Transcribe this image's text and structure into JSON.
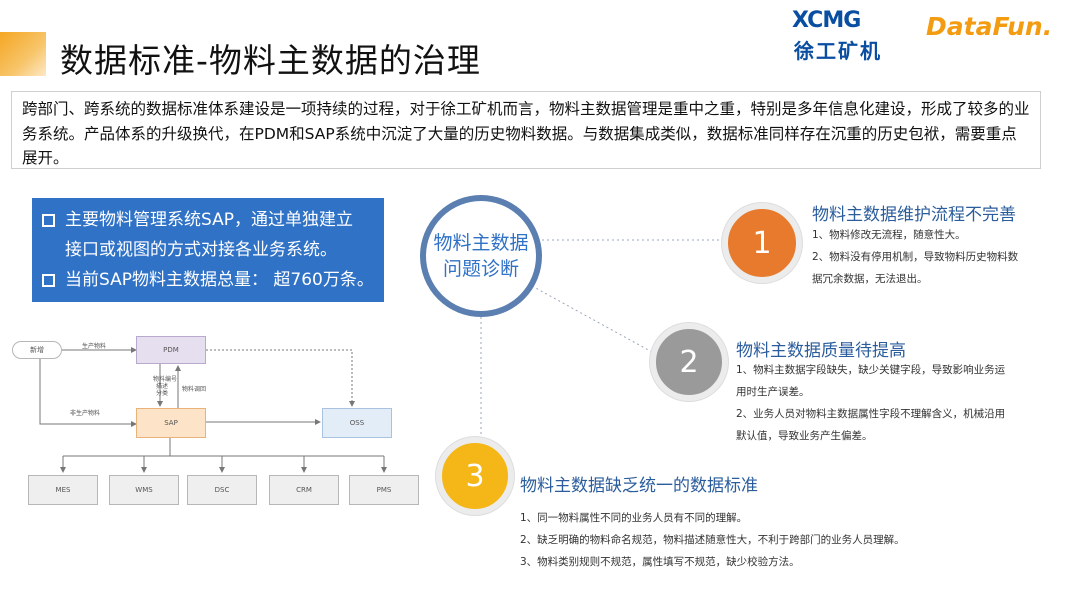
{
  "header": {
    "title": "数据标准-物料主数据的治理",
    "logo_xcmg_en": "XCMG",
    "logo_xcmg_cn": "徐工矿机",
    "logo_datafun": "DataFun."
  },
  "intro": {
    "text": "跨部门、跨系统的数据标准体系建设是一项持续的过程，对于徐工矿机而言，物料主数据管理是重中之重，特别是多年信息化建设，形成了较多的业务系统。产品体系的升级换代，在PDM和SAP系统中沉淀了大量的历史物料数据。与数据集成类似，数据标准同样存在沉重的历史包袱，需要重点展开。"
  },
  "blue_box": {
    "bullet1_line1": "主要物料管理系统SAP，通过单独建立",
    "bullet1_line2": "接口或视图的方式对接各业务系统。",
    "bullet2": "当前SAP物料主数据总量： 超760万条。"
  },
  "diagram": {
    "start": "新增",
    "pdm": "PDM",
    "sap": "SAP",
    "oss": "OSS",
    "edge_produce": "生产物料",
    "edge_nonproduce": "非生产物料",
    "edge_sync_1": "物料编号",
    "edge_sync_2": "描述",
    "edge_sync_3": "分类",
    "edge_callback": "物料调回",
    "systems": [
      "MES",
      "WMS",
      "DSC",
      "CRM",
      "PMS"
    ]
  },
  "center": {
    "label": "物料主数据问题诊断"
  },
  "problems": [
    {
      "num": "1",
      "title": "物料主数据维护流程不完善",
      "desc": [
        "1、物料修改无流程，随意性大。",
        "2、物料没有停用机制，导致物料历史物料数",
        "据冗余数据，无法退出。"
      ]
    },
    {
      "num": "2",
      "title": "物料主数据质量待提高",
      "desc": [
        "1、物料主数据字段缺失，缺少关键字段，导致影响业务运",
        "用时生产误差。",
        "2、业务人员对物料主数据属性字段不理解含义，机械沿用",
        "默认值，导致业务产生偏差。"
      ]
    },
    {
      "num": "3",
      "title": "物料主数据缺乏统一的数据标准",
      "desc": [
        "1、同一物料属性不同的业务人员有不同的理解。",
        "2、缺乏明确的物料命名规范，物料描述随意性大，不利于跨部门的业务人员理解。",
        "3、物料类别规则不规范，属性填写不规范，缺少校验方法。"
      ]
    }
  ],
  "colors": {
    "accent_blue": "#2f72c6",
    "title_blue": "#2b5d9c",
    "orange": "#e77a2c",
    "gray": "#9a9a9a",
    "yellow": "#f5b617",
    "logo_orange": "#f39c12"
  }
}
